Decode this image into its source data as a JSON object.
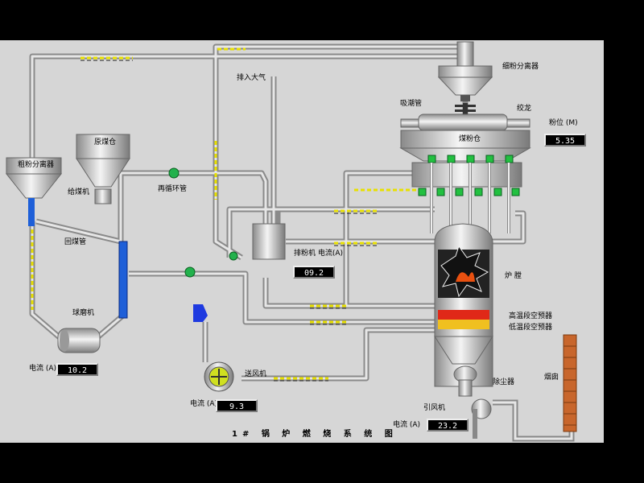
{
  "title": "1# 锅 炉 燃 烧 系 统 图",
  "labels": {
    "fine_separator": "细粉分离器",
    "exhaust": "排入大气",
    "moisture_pipe": "吸潮管",
    "auger": "绞龙",
    "powder_level": "粉位 (M)",
    "powder_bin": "煤粉仓",
    "raw_bin": "原煤仓",
    "coarse_separator": "粗粉分离器",
    "coal_feeder": "给煤机",
    "recirc_pipe": "再循环管",
    "return_pipe": "回煤管",
    "exhauster_current": "排粉机 电流(A)",
    "furnace": "炉 膛",
    "ball_mill": "球磨机",
    "high_temp_preheater": "高温段空预器",
    "low_temp_preheater": "低温段空预器",
    "blower": "送风机",
    "dust_collector": "除尘器",
    "chimney": "烟囱",
    "induced_fan": "引风机",
    "mill_current_label": "电流 (A)",
    "blower_current_label": "电流 (A)",
    "induced_current_label": "电流 (A)"
  },
  "values": {
    "powder_level": "5.35",
    "exhauster_current": "09.2",
    "mill_current": "10.2",
    "blower_current": "9.3",
    "induced_current": "23.2"
  },
  "colors": {
    "background": "#d6d6d6",
    "pipe": "#c8c8c8",
    "flow_dash": "#e8e000",
    "valve": "#22b14c",
    "blue_pipe": "#1e5fd8",
    "chimney": "#c8662c",
    "preheater_red": "#e02818",
    "preheater_yellow": "#f0c020"
  }
}
